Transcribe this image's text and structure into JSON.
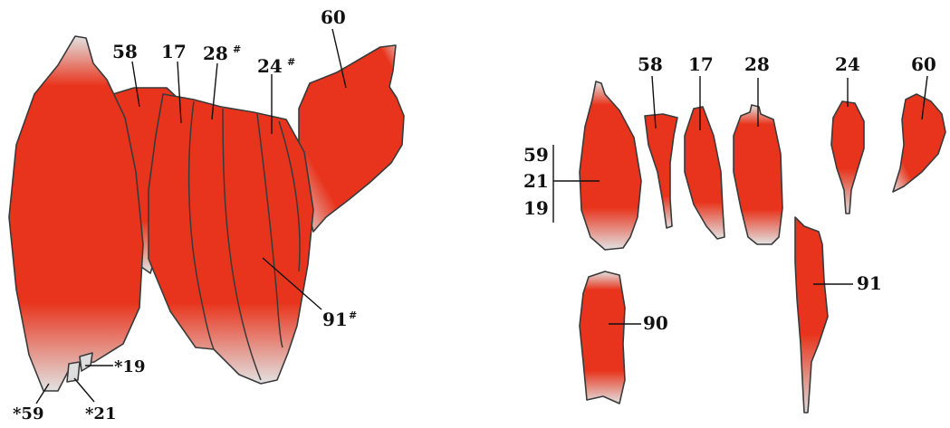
{
  "colors": {
    "muscle": "#e8341c",
    "tendon": "#d9d9d9",
    "outline": "#3a3a3a"
  },
  "assembled": {
    "labels": {
      "l60": "60",
      "l58": "58",
      "l17": "17",
      "l28": "28",
      "l28_mark": "#",
      "l24": "24",
      "l24_mark": "#",
      "l91": "91",
      "l91_mark": "#",
      "l19": "*19",
      "l59": "*59",
      "l21": "*21"
    }
  },
  "separated": {
    "labels": {
      "l58": "58",
      "l17": "17",
      "l28": "28",
      "l24": "24",
      "l60": "60",
      "group_a": "59",
      "group_b": "21",
      "group_c": "19",
      "l91": "91",
      "l90": "90"
    }
  }
}
